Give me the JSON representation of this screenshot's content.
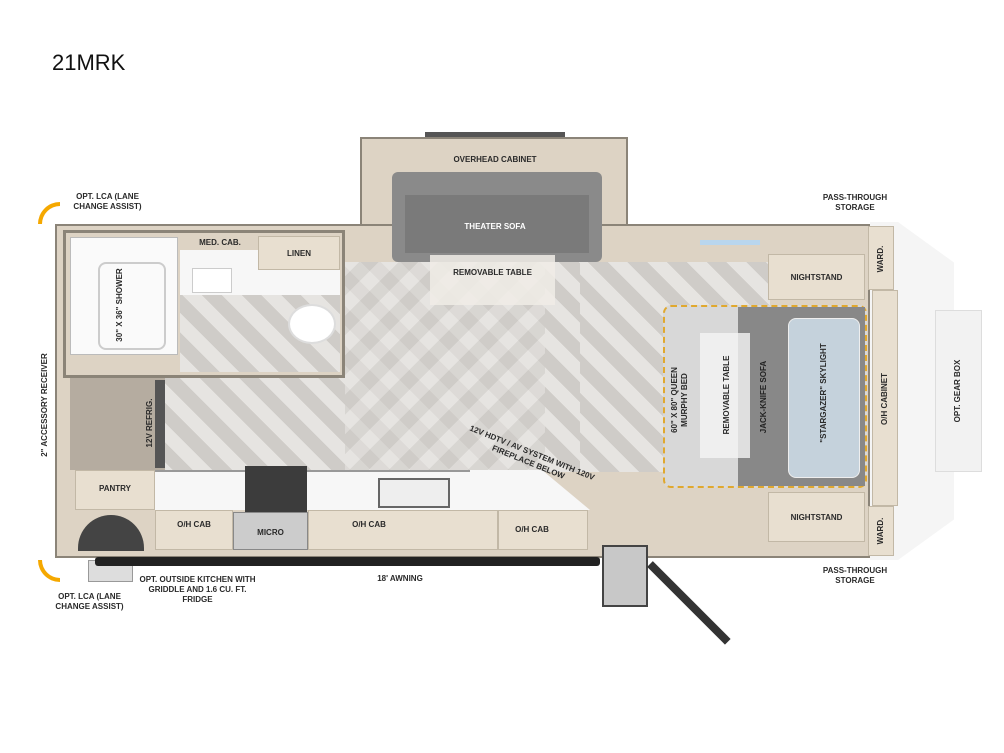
{
  "title": "21MRK",
  "labels": {
    "overhead_cabinet": "OVERHEAD CABINET",
    "theater_sofa": "THEATER SOFA",
    "removable_table_top": "REMOVABLE TABLE",
    "med_cab": "MED. CAB.",
    "linen": "LINEN",
    "shower": "30\" X 36\" SHOWER",
    "refrig": "12V REFRIG.",
    "pantry": "PANTRY",
    "oh_cab_1": "O/H CAB",
    "micro": "MICRO",
    "oh_cab_2": "O/H CAB",
    "oh_cab_3": "O/H CAB",
    "hdtv": "12V HDTV / AV SYSTEM WITH 120V FIREPLACE BELOW",
    "murphy_bed": "60\" X 80\" QUEEN MURPHY BED",
    "removable_table_bed": "REMOVABLE TABLE",
    "jack_knife_sofa": "JACK-KNIFE SOFA",
    "skylight": "\"STARGAZER\" SKYLIGHT",
    "nightstand_top": "NIGHTSTAND",
    "nightstand_bottom": "NIGHTSTAND",
    "ward_top": "WARD.",
    "ward_bottom": "WARD.",
    "oh_cabinet": "O/H CABINET",
    "gear_box": "OPT. GEAR BOX",
    "pass_through_top": "PASS-THROUGH STORAGE",
    "pass_through_bottom": "PASS-THROUGH STORAGE",
    "lca_top": "OPT. LCA (LANE CHANGE ASSIST)",
    "lca_bottom": "OPT. LCA (LANE CHANGE ASSIST)",
    "accessory_receiver": "2\" ACCESSORY RECEIVER",
    "outside_kitchen": "OPT. OUTSIDE KITCHEN WITH GRIDDLE AND 1.6 CU. FT. FRIDGE",
    "awning": "18' AWNING"
  },
  "colors": {
    "wall": "#ddd3c4",
    "lca_signal": "#f5a800",
    "bed_outline": "#e0a82e"
  }
}
